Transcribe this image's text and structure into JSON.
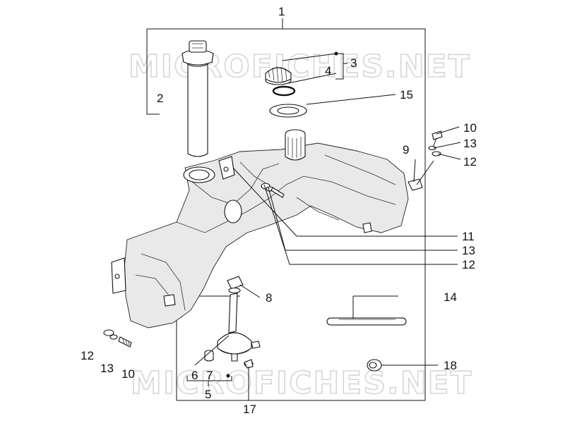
{
  "watermark": "MICROFICHES.NET",
  "callouts": {
    "c1": "1",
    "c2": "2",
    "c3": "3",
    "c4": "4",
    "c5": "5",
    "c6": "6",
    "c7": "7",
    "c8": "8",
    "c9": "9",
    "c10a": "10",
    "c10b": "10",
    "c11": "11",
    "c12a": "12",
    "c12b": "12",
    "c12c": "12",
    "c13a": "13",
    "c13b": "13",
    "c13c": "13",
    "c14": "14",
    "c15": "15",
    "c17": "17",
    "c18": "18"
  },
  "colors": {
    "ink": "#111111",
    "watermark": "#d6d6d6",
    "shade": "#e9e9e9",
    "background": "#ffffff"
  }
}
